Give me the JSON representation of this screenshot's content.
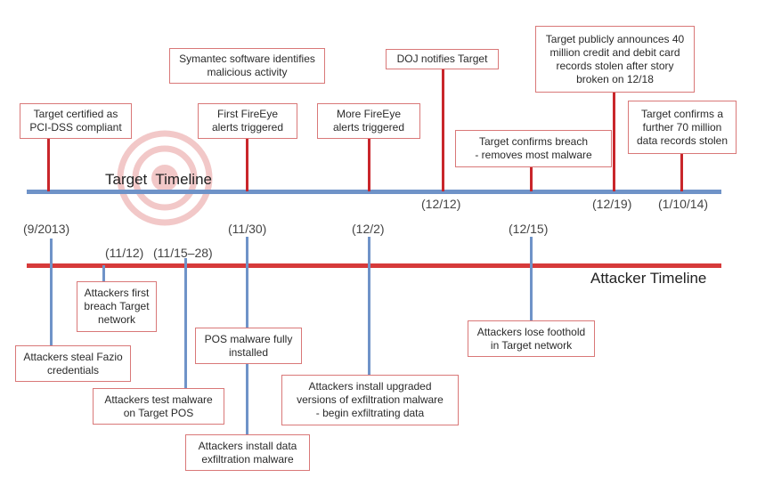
{
  "target_timeline_title": "Target  Timeline",
  "attacker_timeline_title": "Attacker Timeline",
  "dates": {
    "d_9_2013": "(9/2013)",
    "d_11_12": "(11/12)",
    "d_11_15_28": "(11/15–28)",
    "d_11_30": "(11/30)",
    "d_12_2": "(12/2)",
    "d_12_12": "(12/12)",
    "d_12_15": "(12/15)",
    "d_12_19": "(12/19)",
    "d_1_10_14": "(1/10/14)"
  },
  "target_events": {
    "pci": "Target certified as\nPCI-DSS compliant",
    "symantec": "Symantec software identifies\nmalicious activity",
    "fireeye_first": "First FireEye\nalerts triggered",
    "fireeye_more": "More FireEye\nalerts triggered",
    "doj": "DOJ notifies Target",
    "confirms_breach": "Target confirms breach\n- removes most malware",
    "announces_40m": "Target publicly announces 40\nmillion credit and debit card\nrecords stolen after story\nbroken  on 12/18",
    "confirms_70m": "Target confirms a\nfurther 70 million\ndata records stolen"
  },
  "attacker_events": {
    "first_breach": "Attackers first\nbreach Target\nnetwork",
    "steal_fazio": "Attackers steal Fazio\ncredentials",
    "test_malware": "Attackers test malware\non Target POS",
    "pos_installed": "POS malware fully\ninstalled",
    "install_exfil": "Attackers install data\nexfiltration malware",
    "upgraded": "Attackers install upgraded\nversions of exfiltration malware\n- begin exfiltrating data",
    "lose_foothold": "Attackers lose foothold\nin Target network"
  },
  "colors": {
    "target_axis": "#6f93c8",
    "attacker_axis": "#d63a3a",
    "event_red": "#c9262b",
    "event_blue": "#6f93c8",
    "box_border": "#d97878"
  }
}
